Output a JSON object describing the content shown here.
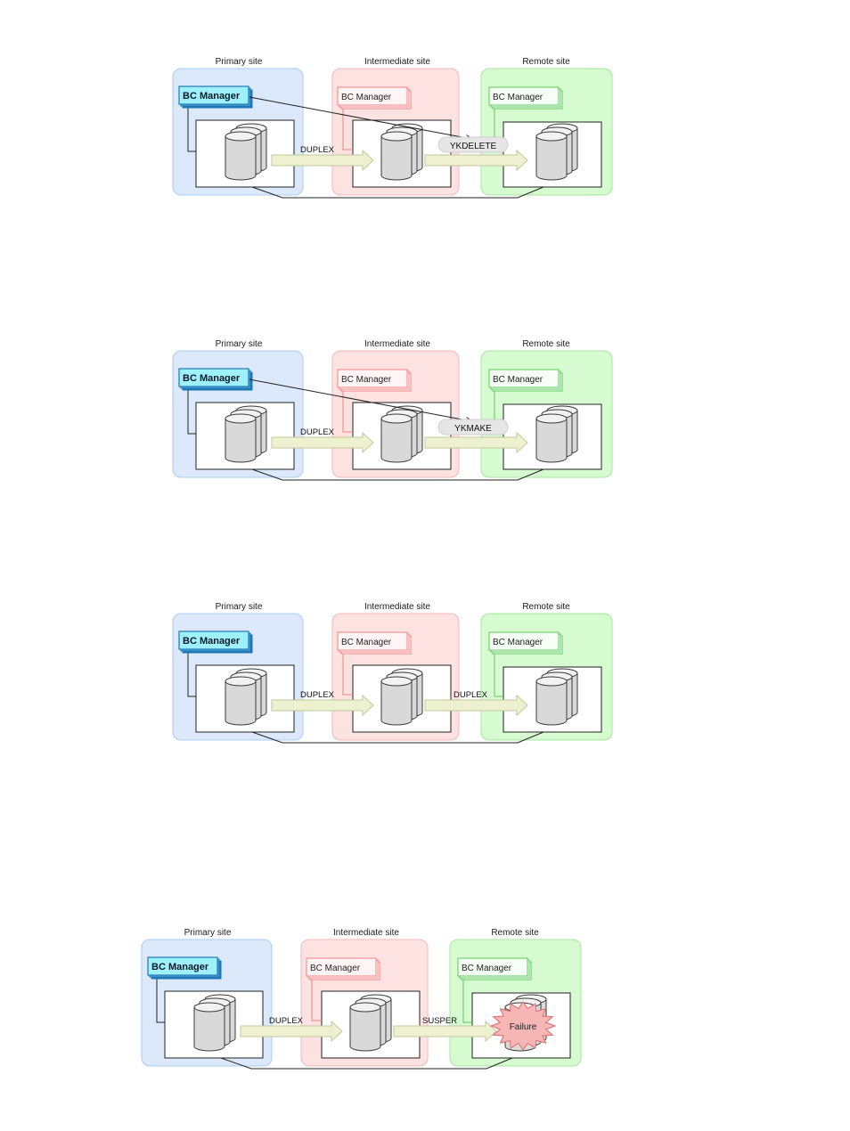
{
  "colors": {
    "primary_fill": "#dbe9fb",
    "primary_stroke": "#aaccf0",
    "intermediate_fill": "#fde2e2",
    "intermediate_stroke": "#f2b8b8",
    "remote_fill": "#d6fbd0",
    "remote_stroke": "#a7e4a0",
    "bcm_primary_fill": "#9ef0fb",
    "bcm_primary_edge": "#1f77b4",
    "arrow_fill": "#eef1cf",
    "arrow_stroke": "#c4c79d",
    "command_pill": "#e6e6e6",
    "failure_fill": "#f7b6b6",
    "failure_stroke": "#e06b6b"
  },
  "diagrams": [
    {
      "sites": {
        "primary": "Primary site",
        "intermediate": "Intermediate site",
        "remote": "Remote site"
      },
      "bc_manager": {
        "primary": "BC Manager",
        "intermediate": "BC Manager",
        "remote": "BC Manager"
      },
      "link1": "DUPLEX",
      "link2": "",
      "command": "YKDELETE",
      "failure": ""
    },
    {
      "sites": {
        "primary": "Primary site",
        "intermediate": "Intermediate site",
        "remote": "Remote site"
      },
      "bc_manager": {
        "primary": "BC Manager",
        "intermediate": "BC Manager",
        "remote": "BC Manager"
      },
      "link1": "DUPLEX",
      "link2": "",
      "command": "YKMAKE",
      "failure": ""
    },
    {
      "sites": {
        "primary": "Primary site",
        "intermediate": "Intermediate site",
        "remote": "Remote site"
      },
      "bc_manager": {
        "primary": "BC Manager",
        "intermediate": "BC Manager",
        "remote": "BC Manager"
      },
      "link1": "DUPLEX",
      "link2": "DUPLEX",
      "command": "",
      "failure": ""
    },
    {
      "sites": {
        "primary": "Primary site",
        "intermediate": "Intermediate site",
        "remote": "Remote site"
      },
      "bc_manager": {
        "primary": "BC Manager",
        "intermediate": "BC Manager",
        "remote": "BC Manager"
      },
      "link1": "DUPLEX",
      "link2": "SUSPER",
      "command": "",
      "failure": "Failure"
    }
  ]
}
